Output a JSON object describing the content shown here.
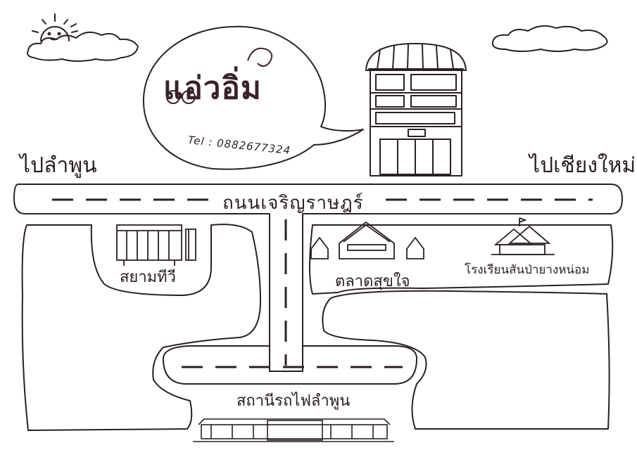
{
  "brand": {
    "name": "แอ่วอิ่ม",
    "tel_label": "Tel :",
    "tel_number": "0882677324"
  },
  "directions": {
    "left": "ไปลำพูน",
    "right": "ไปเชียงใหม่"
  },
  "road": {
    "name": "ถนนเจริญราษฎร์"
  },
  "places": {
    "siam_tv": "สยามทีวี",
    "market": "ตลาดสุขใจ",
    "school": "โรงเรียนสันป่ายางหน่อม",
    "station": "สถานีรถไฟลำพูน"
  },
  "colors": {
    "ink": "#2a1f24",
    "logo": "#3a2228",
    "background": "#ffffff"
  },
  "icons": [
    "sun-icon",
    "cloud-icon",
    "shophouse-icon",
    "tv-building-icon",
    "market-icon",
    "school-icon",
    "station-icon"
  ]
}
